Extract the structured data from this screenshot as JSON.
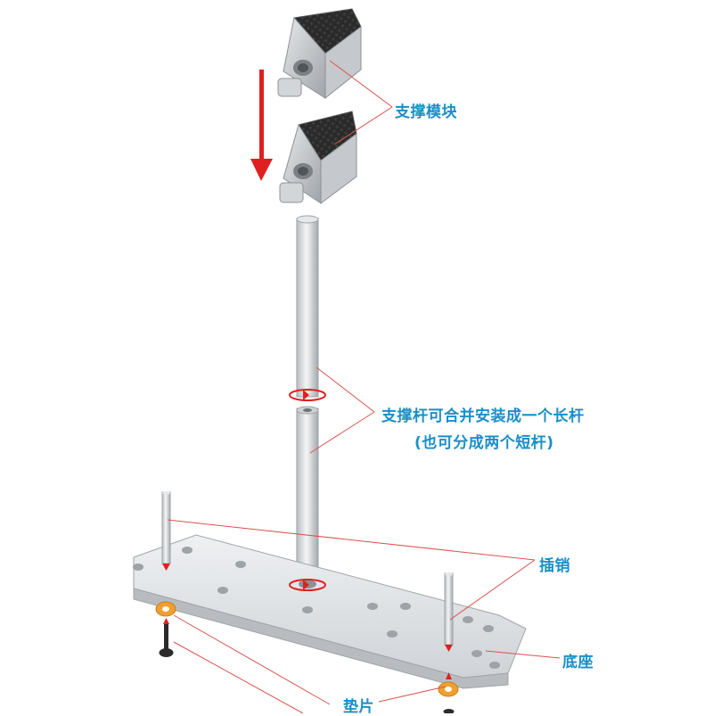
{
  "labels": {
    "support_module": "支撑模块",
    "rod_line1": "支撑杆可合并安装成一个长杆",
    "rod_line2": "(也可分成两个短杆)",
    "pin": "插销",
    "base": "底座",
    "washer": "垫片"
  },
  "colors": {
    "label_blue": "#1a8fc7",
    "label_dark": "#222222",
    "callout_line": "#d9534f",
    "arrow_red": "#e02020",
    "metal": "#d7dadd",
    "metal_dark": "#a9aeb3",
    "pad": "#2b2b2b",
    "washer": "#f0a030"
  }
}
